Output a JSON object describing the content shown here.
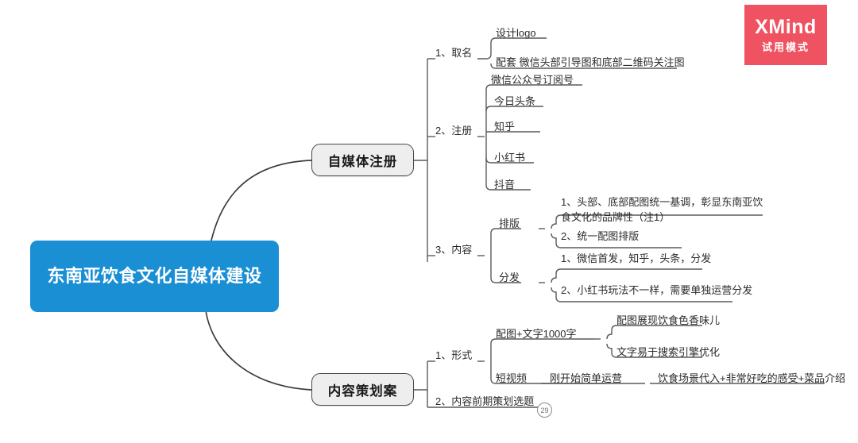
{
  "app": {
    "watermark_brand": "XMind",
    "watermark_sub": "试用模式",
    "watermark_color": "#ef5261"
  },
  "mindmap": {
    "central": {
      "label": "东南亚饮食文化自媒体建设",
      "color": "#1a8fd4",
      "text_color": "#ffffff"
    },
    "branches": [
      {
        "label": "自媒体注册",
        "topics": [
          {
            "label": "1、取名",
            "children": [
              {
                "label": "设计logo"
              },
              {
                "label": "配套 微信头部引导图和底部二维码关注图"
              }
            ]
          },
          {
            "label": "2、注册",
            "children": [
              {
                "label": "微信公众号订阅号"
              },
              {
                "label": "今日头条"
              },
              {
                "label": "知乎"
              },
              {
                "label": "小红书"
              },
              {
                "label": "抖音"
              }
            ]
          },
          {
            "label": "3、内容",
            "children": [
              {
                "label": "排版",
                "children": [
                  {
                    "label": "1、头部、底部配图统一基调，彰显东南亚饮食文化的品牌性（注1）"
                  },
                  {
                    "label": "2、统一配图排版"
                  }
                ]
              },
              {
                "label": "分发",
                "children": [
                  {
                    "label": "1、微信首发，知乎，头条，分发"
                  },
                  {
                    "label": "2、小红书玩法不一样，需要单独运营分发"
                  }
                ]
              }
            ]
          }
        ]
      },
      {
        "label": "内容策划案",
        "topics": [
          {
            "label": "1、形式",
            "children": [
              {
                "label": "配图+文字1000字",
                "children": [
                  {
                    "label": "配图展现饮食色香味儿"
                  },
                  {
                    "label": "文字易于搜索引擎优化"
                  }
                ]
              },
              {
                "label": "短视频",
                "children": [
                  {
                    "label": "刚开始简单运营",
                    "children": [
                      {
                        "label": "饮食场景代入+非常好吃的感受+菜品介绍"
                      }
                    ]
                  }
                ]
              }
            ]
          },
          {
            "label": "2、内容前期策划选题",
            "badge": "29"
          }
        ]
      }
    ]
  }
}
